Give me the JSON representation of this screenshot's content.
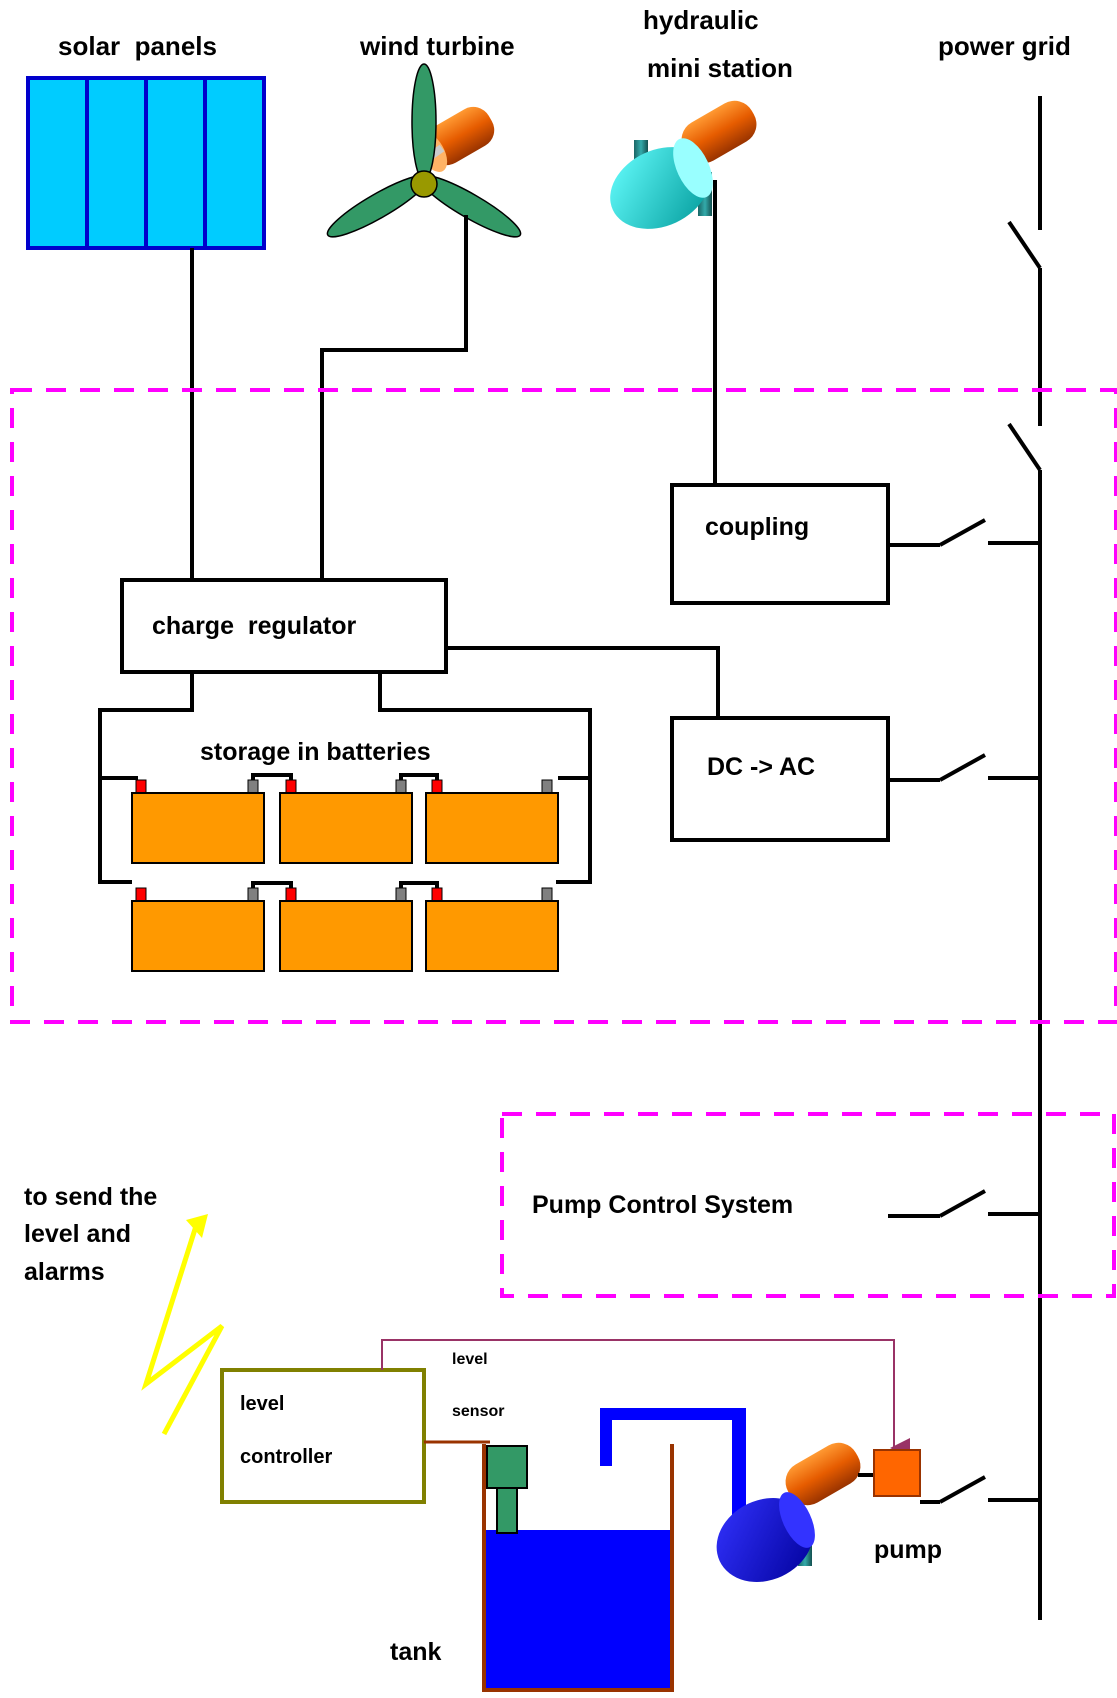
{
  "labels": {
    "solar_panels": "solar  panels",
    "wind_turbine": "wind turbine",
    "hydraulic_line1": "hydraulic",
    "hydraulic_line2": "mini station",
    "power_grid": "power grid",
    "coupling": "coupling",
    "charge_regulator": "charge  regulator",
    "storage_batteries": "storage in batteries",
    "dc_ac": "DC -> AC",
    "pump_control_system": "Pump Control System",
    "send_line1": "to send the",
    "send_line2": "level and",
    "send_line3": "alarms",
    "level_controller_line1": "level",
    "level_controller_line2": "controller",
    "level_sensor_line1": "level",
    "level_sensor_line2": "sensor",
    "pump": "pump",
    "tank": "tank"
  },
  "colors": {
    "solar_panel": "#00ccff",
    "solar_panel_border": "#0000cc",
    "turbine_blade": "#339966",
    "turbine_hub": "#999900",
    "generator_orange": "#e65c00",
    "hydraulic_cyan": "#1ccfcf",
    "battery": "#ff9900",
    "battery_terminal_positive": "#ff0000",
    "battery_terminal_negative": "#808080",
    "dashed_frame": "#ff00ff",
    "water": "#0000ff",
    "tank_wall": "#993300",
    "sensor": "#339966",
    "controller_border": "#808000",
    "pump_box": "#ff6600",
    "signal_line": "#993366",
    "lightning": "#ffff00"
  }
}
